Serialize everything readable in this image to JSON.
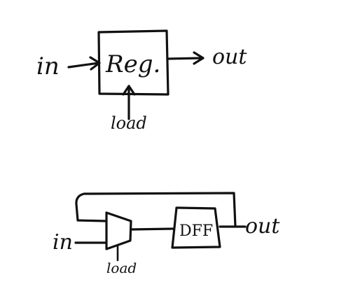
{
  "diagram_top": {
    "block_label": "Reg.",
    "input_label": "in",
    "output_label": "out",
    "control_label": "load"
  },
  "diagram_bottom": {
    "register_label": "DFF",
    "input_label": "in",
    "output_label": "out",
    "control_label": "load"
  },
  "colors": {
    "ink": "#111111",
    "background": "#ffffff"
  }
}
